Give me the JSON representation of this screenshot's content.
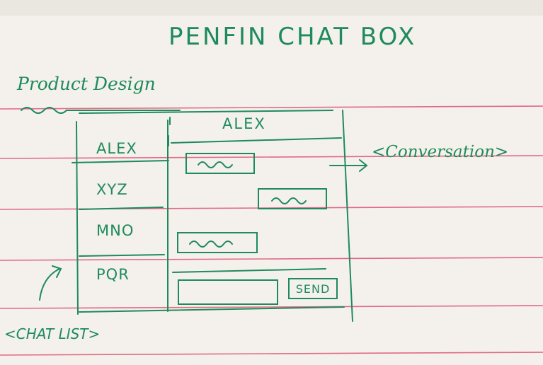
{
  "title": "PENFIN CHAT BOX",
  "section_label": "Product Design",
  "chat_list": {
    "label": "<CHAT LIST>",
    "items": [
      "ALEX",
      "XYZ",
      "MNO",
      "PQR"
    ]
  },
  "conversation": {
    "header": "ALEX",
    "label": "<Conversation>",
    "messages": [
      {
        "side": "left"
      },
      {
        "side": "right"
      },
      {
        "side": "left"
      }
    ],
    "send_label": "SEND"
  },
  "colors": {
    "ink": "#1f8a5c",
    "paper": "#f4f1ec",
    "ruled_line": "#e06a86"
  }
}
